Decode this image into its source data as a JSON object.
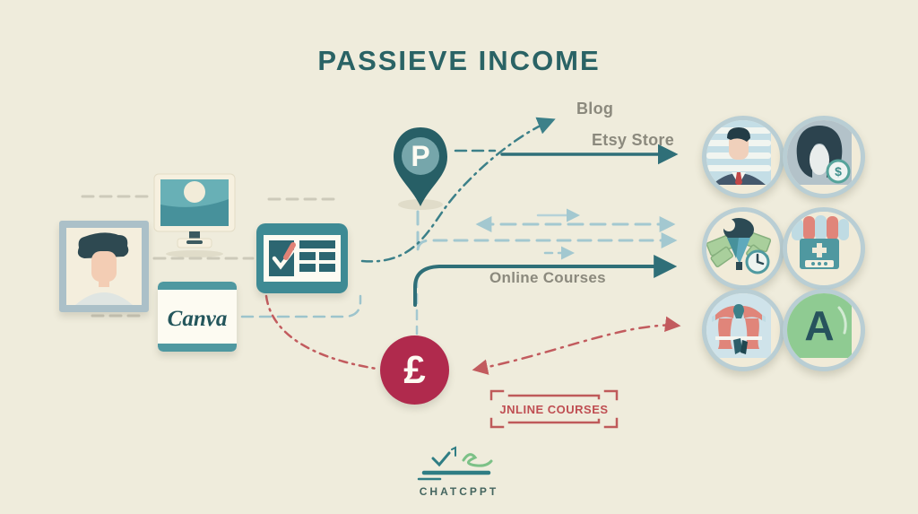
{
  "title": "PASSIEVE INCOME",
  "flow_labels": {
    "blog": "Blog",
    "etsy_store": "Etsy Store",
    "online_courses": "Online Courses",
    "courses_box": "JNLINE COURSES"
  },
  "icons": {
    "pin_letter": "P",
    "currency_symbol": "£",
    "canva_logo": "Canva",
    "marketplace_letter": "A",
    "money_badge": "$"
  },
  "footer": {
    "logo_text": "CHATCPPT"
  },
  "colors": {
    "background": "#efecdc",
    "teal_dark": "#2f6f78",
    "teal": "#3e8a94",
    "light_blue_arrow": "#a3c8d0",
    "crimson": "#b02a4d",
    "coral_red": "#c25b5e",
    "gray_text": "#8b897d",
    "green": "#8fcb92",
    "cream": "#f2ecd9"
  }
}
